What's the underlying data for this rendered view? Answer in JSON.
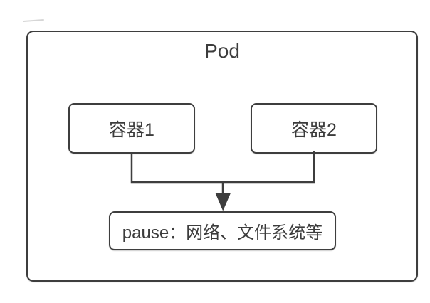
{
  "diagram": {
    "type": "flowchart",
    "pod": {
      "label": "Pod"
    },
    "containers": [
      {
        "label": "容器1"
      },
      {
        "label": "容器2"
      }
    ],
    "pause": {
      "label": "pause：网络、文件系统等"
    },
    "edges": [
      {
        "from": "容器1",
        "to": "pause",
        "style": "elbow",
        "arrow": "down"
      },
      {
        "from": "容器2",
        "to": "pause",
        "style": "elbow",
        "arrow": "down"
      }
    ],
    "colors": {
      "stroke": "#3e3e3e",
      "text": "#3c3c3c",
      "background": "#ffffff"
    }
  }
}
